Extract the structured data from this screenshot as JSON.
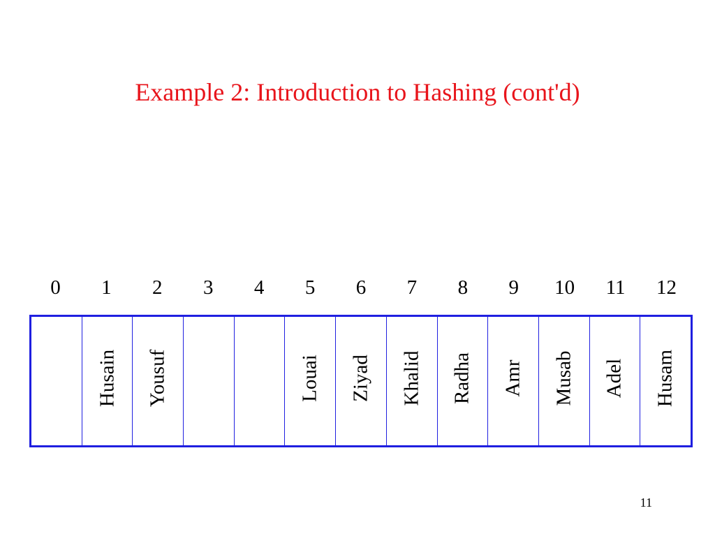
{
  "slide": {
    "title": "Example 2: Introduction to Hashing (cont'd)",
    "page_number": "11"
  },
  "colors": {
    "title": "#e8141b",
    "table_border": "#1f1fe0",
    "text": "#000000"
  },
  "table": {
    "indices": [
      "0",
      "1",
      "2",
      "3",
      "4",
      "5",
      "6",
      "7",
      "8",
      "9",
      "10",
      "11",
      "12"
    ],
    "cells": [
      "",
      "Husain",
      "Yousuf",
      "",
      "",
      "Louai",
      "Ziyad",
      "Khalid",
      "Radha",
      "Amr",
      "Musab",
      "Adel",
      "Husam"
    ]
  }
}
